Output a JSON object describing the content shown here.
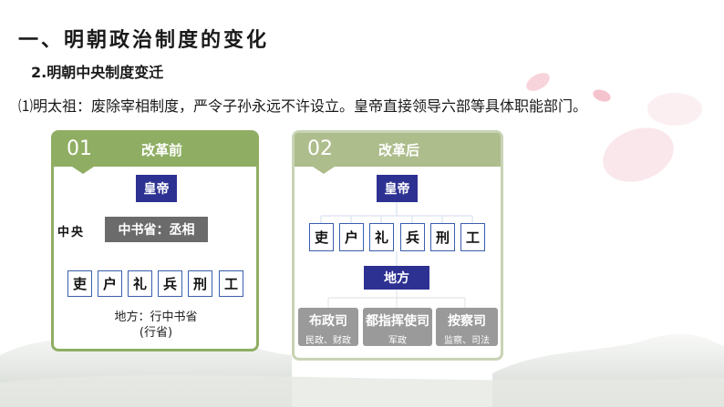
{
  "heading": "一、明朝政治制度的变化",
  "subheading": "2.明朝中央制度变迁",
  "intro": "⑴明太祖：废除宰相制度，严令子孙永远不许设立。皇帝直接领导六部等具体职能部门。",
  "before": {
    "number": "01",
    "label": "改革前",
    "emperor": "皇帝",
    "central_label": "中央",
    "secretariat": "中书省：丞相",
    "ministries": [
      "吏",
      "户",
      "礼",
      "兵",
      "刑",
      "工"
    ],
    "local_line1": "地方：行中书省",
    "local_line2": "(行省)"
  },
  "after": {
    "number": "02",
    "label": "改革后",
    "emperor": "皇帝",
    "ministries": [
      "吏",
      "户",
      "礼",
      "兵",
      "刑",
      "工"
    ],
    "local": "地方",
    "offices": [
      {
        "name": "布政司",
        "duty": "民政、财政"
      },
      {
        "name": "都指挥使司",
        "duty": "军政"
      },
      {
        "name": "按察司",
        "duty": "监察、司法"
      }
    ]
  },
  "colors": {
    "panel_green": "#8fae63",
    "panel_light": "#c8d3b5",
    "navy": "#2d3192",
    "line_blue": "#3a5fae",
    "gold": "#e8b400"
  }
}
